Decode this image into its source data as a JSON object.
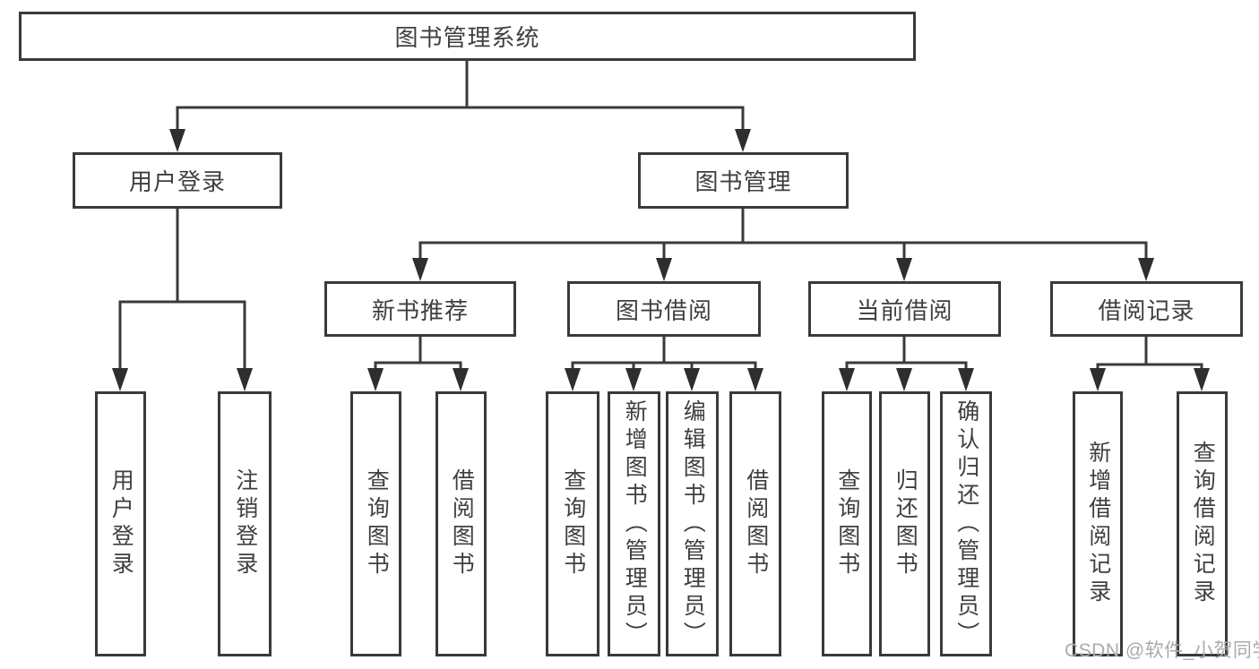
{
  "diagram": {
    "root": {
      "label": "图书管理系统"
    },
    "level2": [
      {
        "label": "用户登录"
      },
      {
        "label": "图书管理"
      }
    ],
    "level3": [
      {
        "label": "新书推荐"
      },
      {
        "label": "图书借阅"
      },
      {
        "label": "当前借阅"
      },
      {
        "label": "借阅记录"
      }
    ],
    "leaves": {
      "user_login": [
        "用户登录",
        "注销登录"
      ],
      "new_book_rec": [
        "查询图书",
        "借阅图书"
      ],
      "book_borrow": [
        "查询图书",
        "新增图书（管理员）",
        "编辑图书（管理员）",
        "借阅图书"
      ],
      "current_borrow": [
        "查询图书",
        "归还图书",
        "确认归还（管理员）"
      ],
      "borrow_records": [
        "新增借阅记录",
        "查询借阅记录"
      ]
    }
  },
  "watermark": {
    "text": "CSDN @软件_小贺同学"
  },
  "colors": {
    "line": "#3a3a3a",
    "arrow": "#2e2e2e",
    "text": "#3f3f3f",
    "background": "#ffffff",
    "watermark": "#aaaaaa"
  }
}
